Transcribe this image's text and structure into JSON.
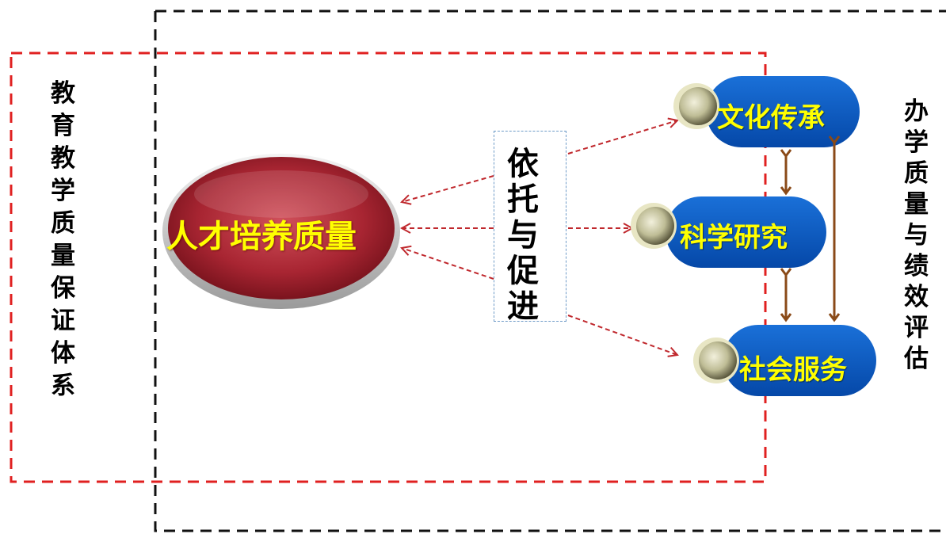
{
  "left_label": [
    "教",
    "育",
    "教",
    "学",
    "质",
    "量",
    "保",
    "证",
    "体",
    "系"
  ],
  "right_label": [
    "办",
    "学",
    "质",
    "量",
    "与",
    "绩",
    "效",
    "评",
    "估"
  ],
  "center_label": [
    "依",
    "托",
    "与",
    "促",
    "进"
  ],
  "core": {
    "label": "人才培养质量"
  },
  "functions": [
    {
      "label": "文化传承"
    },
    {
      "label": "科学研究"
    },
    {
      "label": "社会服务"
    }
  ],
  "colors": {
    "red_frame": "#e02020",
    "black_frame": "#111111",
    "pill": "#0a5cc4",
    "pill_text": "#ffff00",
    "core_fill": "#b22432",
    "dashed_arrow": "#c0282d",
    "solid_arrow": "#8a4a18",
    "center_box_border": "#6f9bc8"
  }
}
